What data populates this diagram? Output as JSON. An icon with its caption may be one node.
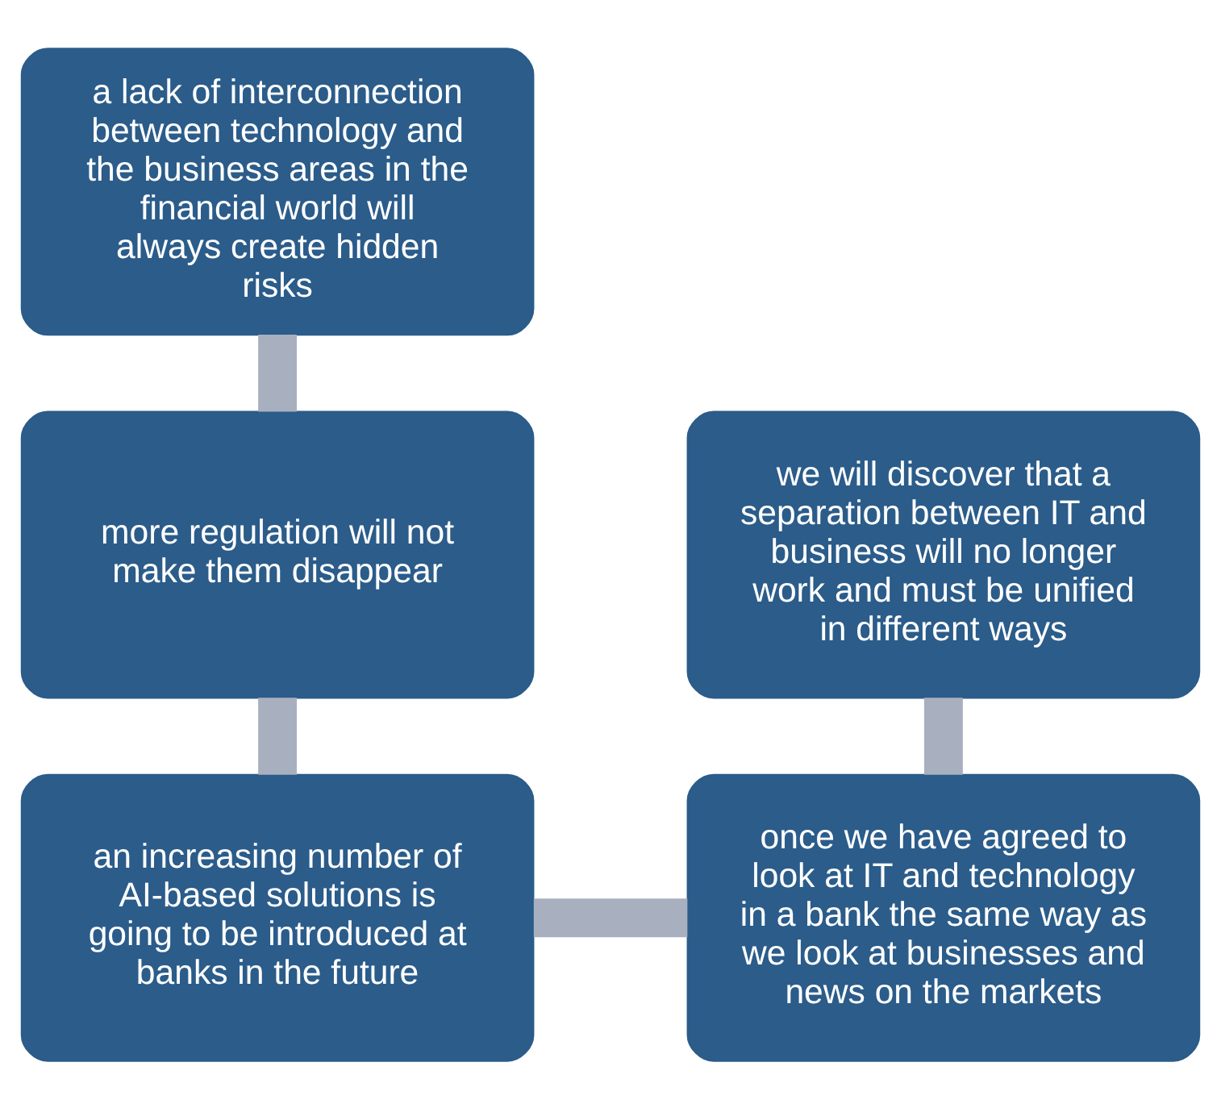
{
  "diagram": {
    "nodes": [
      {
        "text": [
          "a lack of interconnection between technology and the business areas in the financial world will always create hidden risks"
        ]
      },
      {
        "text": [
          "more regulation will not make them disappear"
        ]
      },
      {
        "text": [
          "an increasing number of AI-based solutions is going to be introduced at banks in the future"
        ]
      },
      {
        "text": [
          "once we have agreed to look at IT and technology in a bank the same way as we look at businesses and news on the markets"
        ]
      },
      {
        "text": [
          "we will discover that a separation between IT and business will no longer work and must be unified in different ways"
        ]
      }
    ],
    "edges": [
      {
        "from": 0,
        "to": 1,
        "arrow": "none"
      },
      {
        "from": 1,
        "to": 2,
        "arrow": "none"
      },
      {
        "from": 2,
        "to": 3,
        "arrow": "none"
      },
      {
        "from": 3,
        "to": 4,
        "arrow": "none"
      }
    ]
  }
}
